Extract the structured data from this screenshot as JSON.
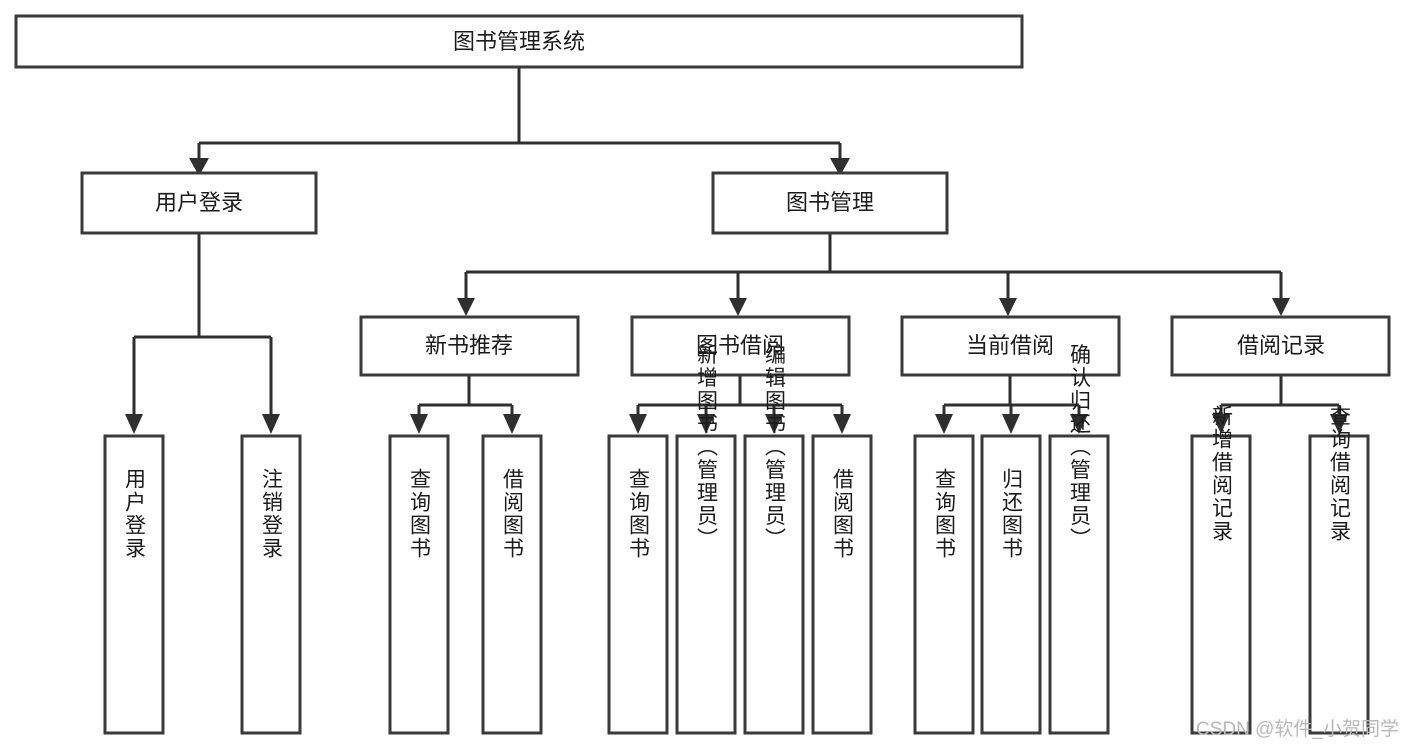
{
  "diagram": {
    "type": "hierarchy-tree",
    "title": "图书管理系统",
    "levels": {
      "root": {
        "label": "图书管理系统"
      },
      "level1": [
        {
          "id": "user-login",
          "label": "用户登录"
        },
        {
          "id": "book-manage",
          "label": "图书管理"
        }
      ],
      "level2": [
        {
          "id": "new-book-recommend",
          "label": "新书推荐",
          "parent": "book-manage"
        },
        {
          "id": "book-borrow",
          "label": "图书借阅",
          "parent": "book-manage"
        },
        {
          "id": "current-borrow",
          "label": "当前借阅",
          "parent": "book-manage"
        },
        {
          "id": "borrow-record",
          "label": "借阅记录",
          "parent": "book-manage"
        }
      ],
      "leaves": [
        {
          "id": "leaf-user-login",
          "label": "用户登录",
          "parent": "user-login"
        },
        {
          "id": "leaf-logout-login",
          "label": "注销登录",
          "parent": "user-login"
        },
        {
          "id": "leaf-query-book-1",
          "label": "查询图书",
          "parent": "new-book-recommend"
        },
        {
          "id": "leaf-borrow-book-1",
          "label": "借阅图书",
          "parent": "new-book-recommend"
        },
        {
          "id": "leaf-query-book-2",
          "label": "查询图书",
          "parent": "book-borrow"
        },
        {
          "id": "leaf-add-book",
          "label": "新增图书（管理员）",
          "parent": "book-borrow"
        },
        {
          "id": "leaf-edit-book",
          "label": "编辑图书（管理员）",
          "parent": "book-borrow"
        },
        {
          "id": "leaf-borrow-book-2",
          "label": "借阅图书",
          "parent": "book-borrow"
        },
        {
          "id": "leaf-query-book-3",
          "label": "查询图书",
          "parent": "current-borrow"
        },
        {
          "id": "leaf-return-book",
          "label": "归还图书",
          "parent": "current-borrow"
        },
        {
          "id": "leaf-confirm-return",
          "label": "确认归还（管理员）",
          "parent": "current-borrow"
        },
        {
          "id": "leaf-add-record",
          "label": "新增借阅记录",
          "parent": "borrow-record"
        },
        {
          "id": "leaf-query-record",
          "label": "查询借阅记录",
          "parent": "borrow-record"
        }
      ]
    },
    "colors": {
      "box_stroke": "#3a3a3a",
      "box_fill": "#ffffff",
      "connector": "#2f2f2f",
      "text": "#1b1b1b",
      "watermark": "#b8b8b8",
      "background": "#ffffff"
    }
  },
  "watermark": {
    "text": "CSDN @软件_小贺同学"
  }
}
